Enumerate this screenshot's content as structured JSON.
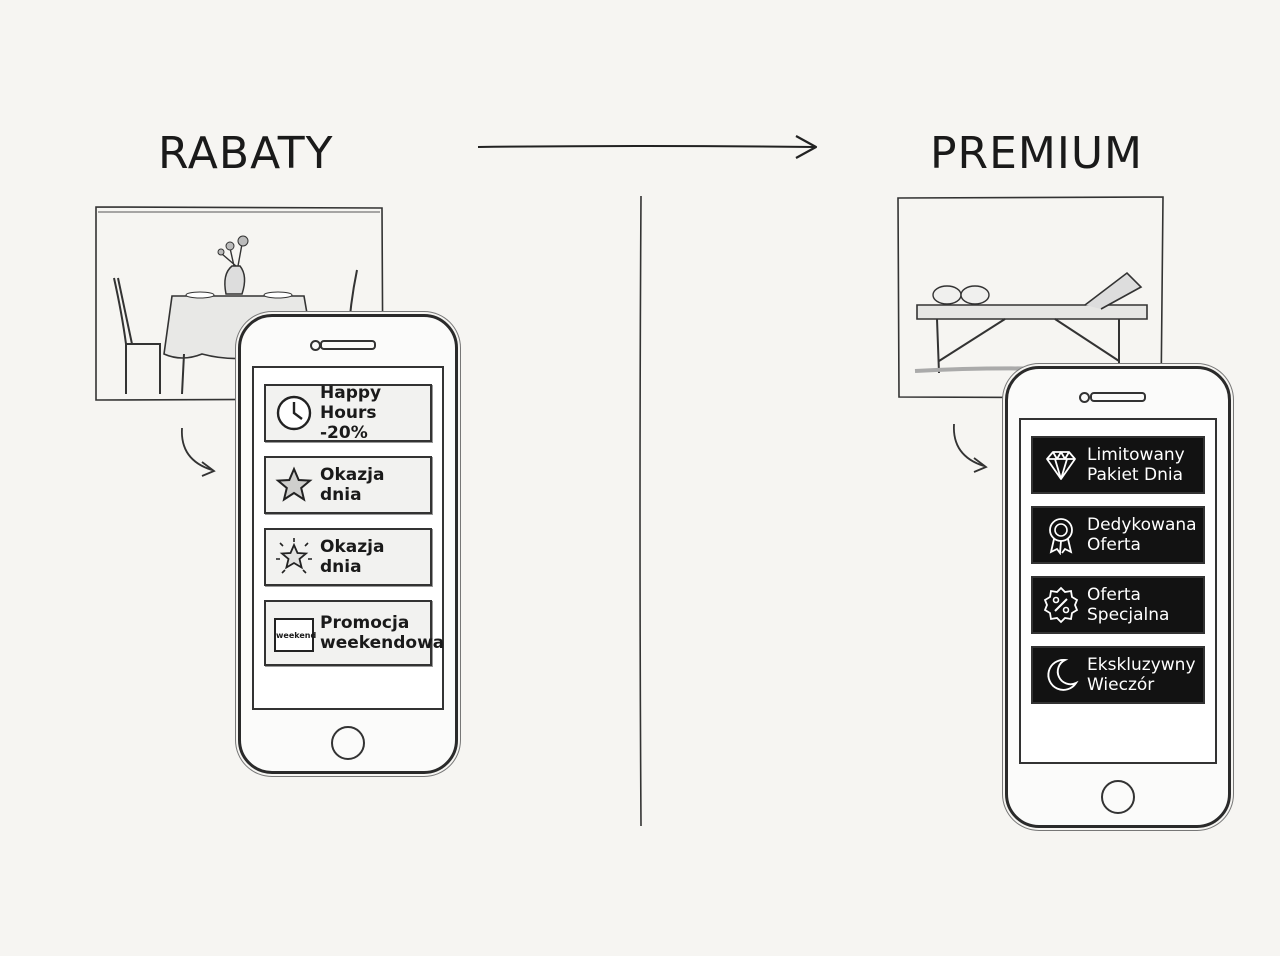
{
  "left": {
    "title": "RABATY",
    "cards": [
      {
        "line1": "Happy Hours",
        "line2": "-20%",
        "icon": "clock-icon"
      },
      {
        "line1": "Okazja dnia",
        "line2": "",
        "icon": "star-icon"
      },
      {
        "line1": "Okazja dnia",
        "line2": "",
        "icon": "sparkle-star-icon"
      },
      {
        "line1": "Promocja",
        "line2": "weekendowa",
        "icon": "calendar-icon",
        "icon_text": "weekend"
      }
    ]
  },
  "right": {
    "title": "PREMIUM",
    "cards": [
      {
        "line1": "Limitowany",
        "line2": "Pakiet Dnia",
        "icon": "diamond-icon"
      },
      {
        "line1": "Dedykowana",
        "line2": "Oferta",
        "icon": "award-icon"
      },
      {
        "line1": "Oferta",
        "line2": "Specjalna",
        "icon": "percent-badge-icon"
      },
      {
        "line1": "Ekskluzywny",
        "line2": "Wieczór",
        "icon": "moon-icon"
      }
    ]
  },
  "colors": {
    "background": "#f6f5f2",
    "ink": "#1a1a1a",
    "dark_card": "#121212"
  }
}
